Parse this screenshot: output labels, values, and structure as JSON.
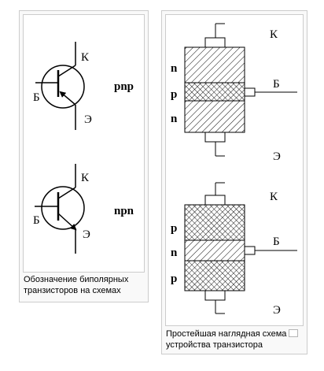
{
  "left_figure": {
    "caption_line1": "Обозначение биполярных",
    "caption_line2": "транзисторов на схемах",
    "pnp": {
      "label": "pnp",
      "collector": "К",
      "base": "Б",
      "emitter": "Э"
    },
    "npn": {
      "label": "npn",
      "collector": "К",
      "base": "Б",
      "emitter": "Э"
    }
  },
  "right_figure": {
    "caption_line1": "Простейшая наглядная схема",
    "caption_line2": "устройства транзистора",
    "npn_device": {
      "top_layer": "n",
      "middle_layer": "p",
      "bottom_layer": "n",
      "collector": "К",
      "base": "Б",
      "emitter": "Э"
    },
    "pnp_device": {
      "top_layer": "p",
      "middle_layer": "n",
      "bottom_layer": "p",
      "collector": "К",
      "base": "Б",
      "emitter": "Э"
    }
  }
}
